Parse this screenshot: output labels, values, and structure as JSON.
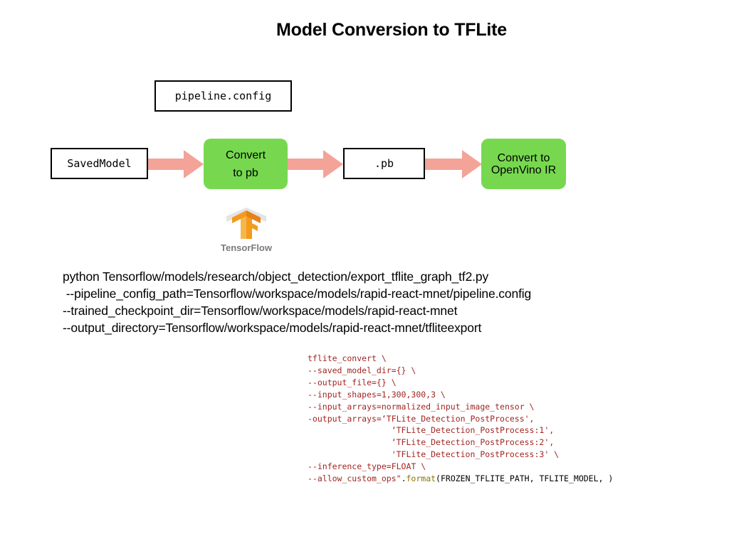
{
  "title": "Model Conversion to TFLite",
  "diagram": {
    "config_box": "pipeline.config",
    "saved_model_box": "SavedModel",
    "convert_pb": {
      "line1": "Convert",
      "line2": "to pb"
    },
    "pb_box": ".pb",
    "convert_openvino": {
      "line1": "Convert to",
      "line2": "OpenVino IR"
    },
    "logo_text": "TensorFlow"
  },
  "command": [
    "python Tensorflow/models/research/object_detection/export_tflite_graph_tf2.py",
    " --pipeline_config_path=Tensorflow/workspace/models/rapid-react-mnet/pipeline.config",
    "--trained_checkpoint_dir=Tensorflow/workspace/models/rapid-react-mnet",
    "--output_directory=Tensorflow/workspace/models/rapid-react-mnet/tfliteexport"
  ],
  "code": {
    "lines": [
      "tflite_convert \\",
      "--saved_model_dir={} \\",
      "--output_file={} \\",
      "--input_shapes=1,300,300,3 \\",
      "--input_arrays=normalized_input_image_tensor \\",
      "-output_arrays=‘TFLite_Detection_PostProcess',",
      "                 ‘TFLite_Detection_PostProcess:1',",
      "                 ‘TFLite_Detection_PostProcess:2',",
      "                 'TFLite_Detection_PostProcess:3' \\",
      "--inference_type=FLOAT \\"
    ],
    "last_line": {
      "prefix": "--allow_custom_ops\"",
      "dot": ".",
      "method": "format",
      "args": "(FROZEN_TFLITE_PATH, TFLITE_MODEL, )"
    }
  }
}
